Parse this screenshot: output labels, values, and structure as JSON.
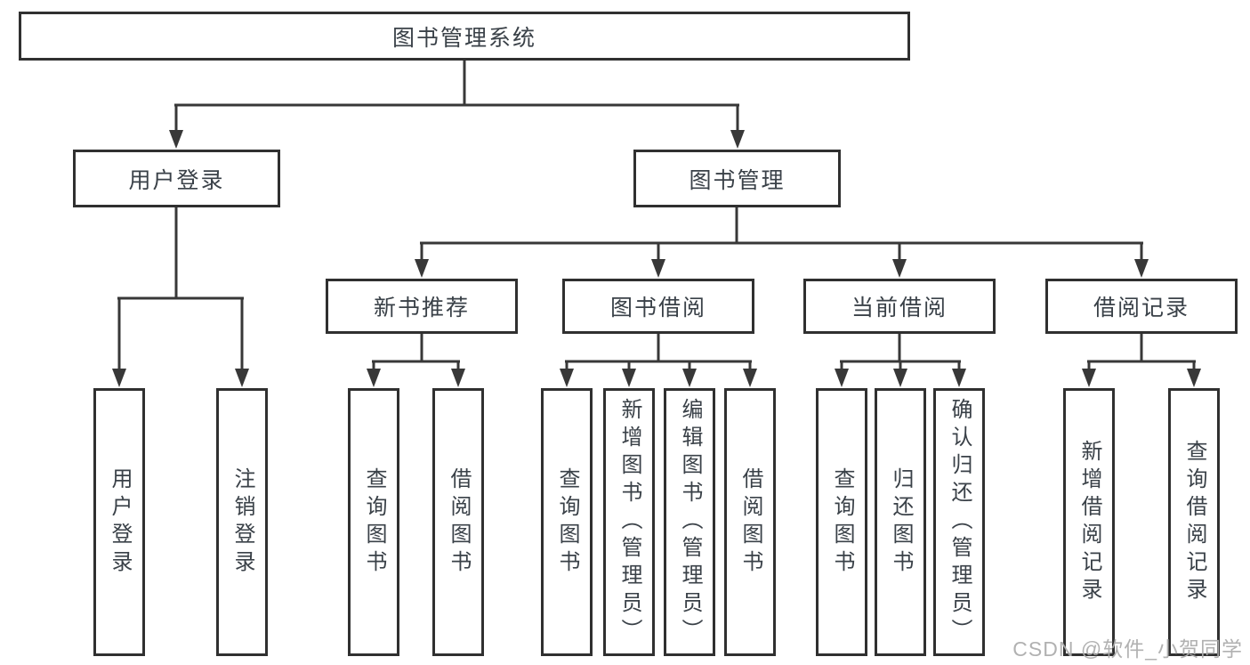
{
  "diagram_title": "图书管理系统",
  "tree": {
    "label": "图书管理系统",
    "children": [
      {
        "label": "用户登录",
        "children": [
          {
            "label": "用户登录"
          },
          {
            "label": "注销登录"
          }
        ]
      },
      {
        "label": "图书管理",
        "children": [
          {
            "label": "新书推荐",
            "children": [
              {
                "label": "查询图书"
              },
              {
                "label": "借阅图书"
              }
            ]
          },
          {
            "label": "图书借阅",
            "children": [
              {
                "label": "查询图书"
              },
              {
                "label": "新增图书（管理员）"
              },
              {
                "label": "编辑图书（管理员）"
              },
              {
                "label": "借阅图书"
              }
            ]
          },
          {
            "label": "当前借阅",
            "children": [
              {
                "label": "查询图书"
              },
              {
                "label": "归还图书"
              },
              {
                "label": "确认归还（管理员）"
              }
            ]
          },
          {
            "label": "借阅记录",
            "children": [
              {
                "label": "新增借阅记录"
              },
              {
                "label": "查询借阅记录"
              }
            ]
          }
        ]
      }
    ]
  },
  "watermark": "CSDN @软件_小贺同学",
  "colors": {
    "background": "#ffffff",
    "line": "#383838",
    "box_border": "#303030",
    "text": "#3a4148",
    "watermark": "#adadad"
  }
}
